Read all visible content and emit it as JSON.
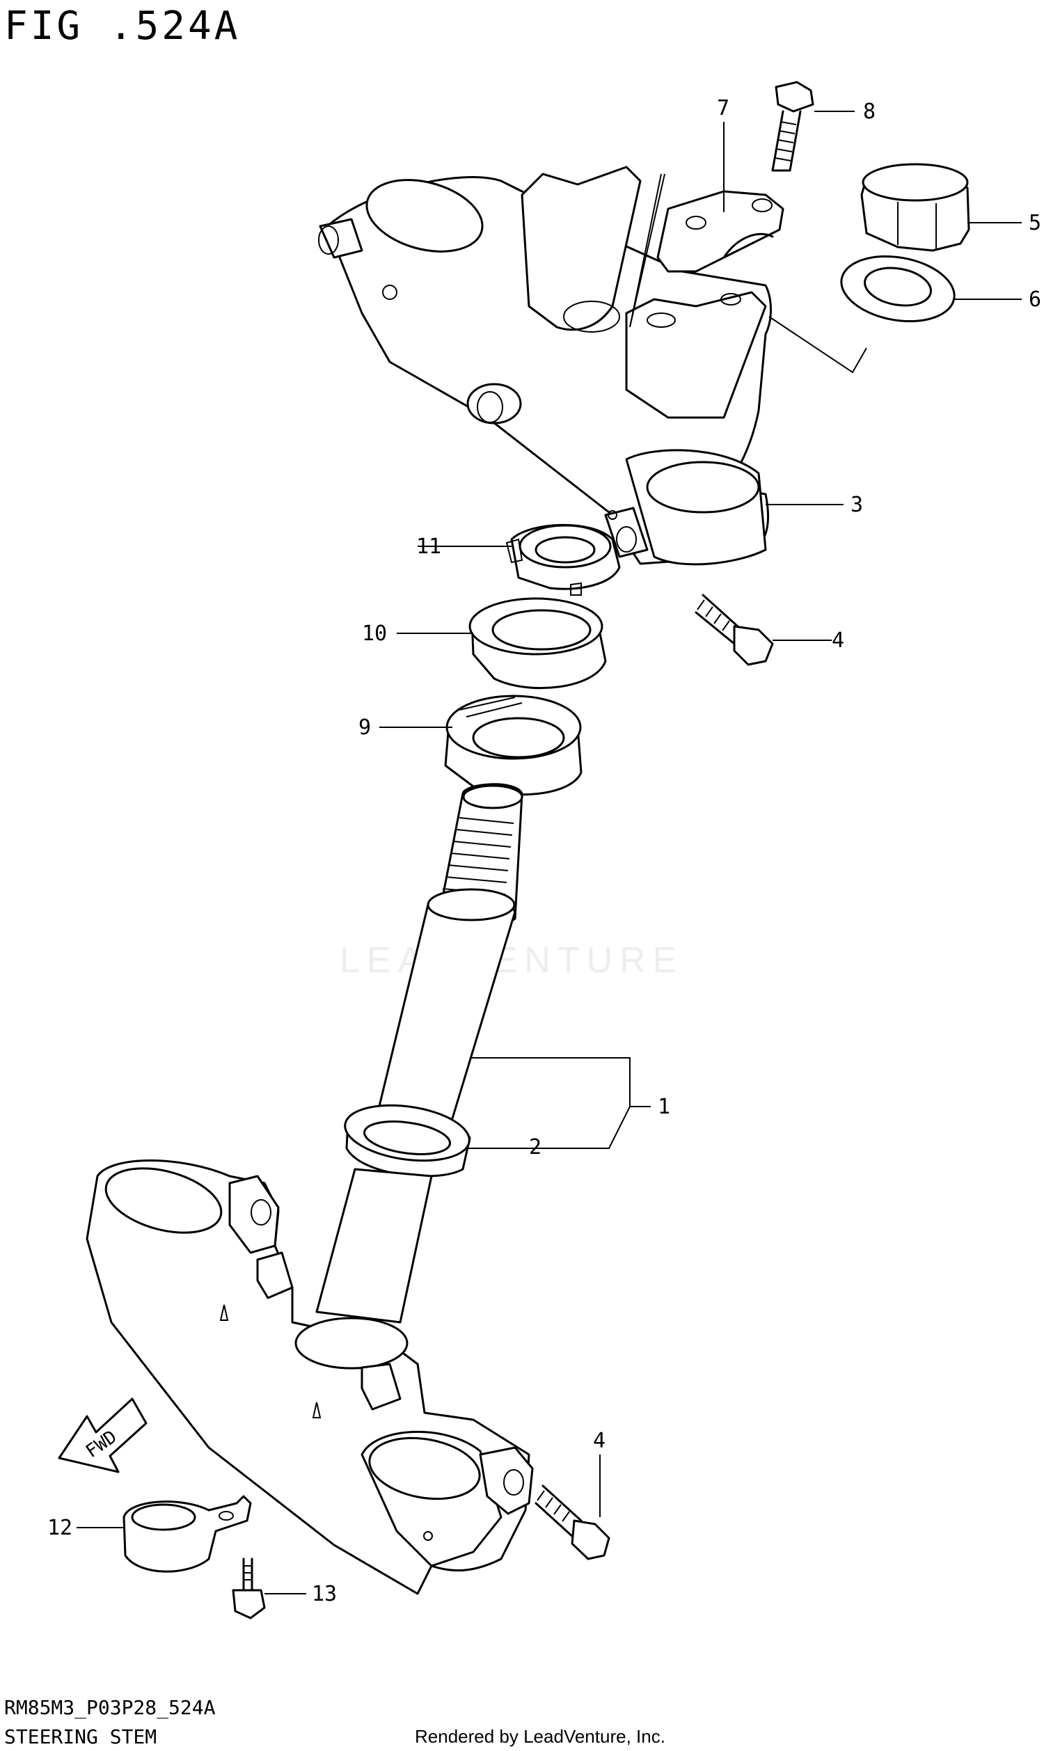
{
  "figure_title": "FIG .524A",
  "diagram_code": "RM85M3_P03P28_524A",
  "section_title": "STEERING STEM",
  "rendered_by": "Rendered by LeadVenture, Inc.",
  "watermark": "LEADVENTURE",
  "fwd_label": "FWD",
  "callouts": [
    "1",
    "2",
    "3",
    "4",
    "4",
    "5",
    "6",
    "7",
    "8",
    "9",
    "10",
    "11",
    "12",
    "13"
  ]
}
